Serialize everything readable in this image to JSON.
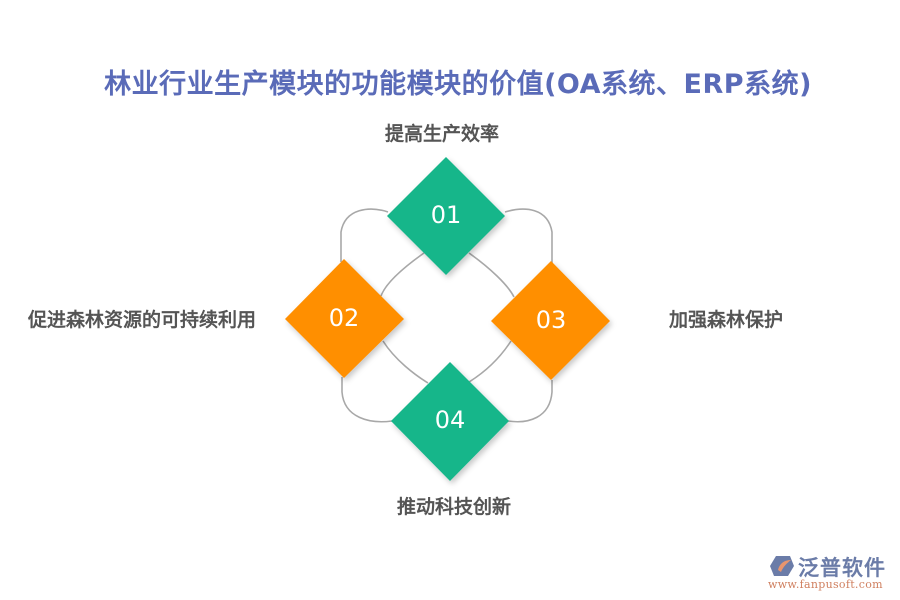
{
  "title": "林业行业生产模块的功能模块的价值(OA系统、ERP系统)",
  "colors": {
    "title": "#5a6bb8",
    "green": "#14b68a",
    "orange": "#ff8f00",
    "connector": "#a8a8a8",
    "label": "#555555"
  },
  "items": [
    {
      "number": "01",
      "label": "提高生产效率",
      "position": "top",
      "color": "green"
    },
    {
      "number": "02",
      "label": "促进森林资源的可持续利用",
      "position": "left",
      "color": "orange"
    },
    {
      "number": "03",
      "label": "加强森林保护",
      "position": "right",
      "color": "orange"
    },
    {
      "number": "04",
      "label": "推动科技创新",
      "position": "bottom",
      "color": "green"
    }
  ],
  "logo": {
    "name": "泛普软件",
    "url": "www.fanpusoft.com"
  }
}
